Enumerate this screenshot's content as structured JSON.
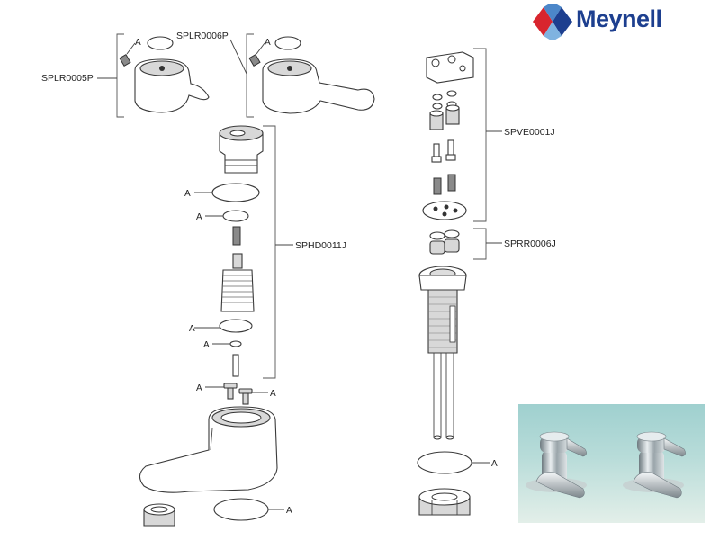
{
  "brand": {
    "name": "Meynell",
    "colors": {
      "text": "#1d3f8f",
      "mark_red": "#d8252e",
      "mark_blue": "#1d3f8f",
      "mark_light": "#4c87c9"
    }
  },
  "part_labels": {
    "splr0005p": "SPLR0005P",
    "splr0006p": "SPLR0006P",
    "sphd0011j": "SPHD0011J",
    "spve0001j": "SPVE0001J",
    "sprr0006j": "SPRR0006J"
  },
  "callout_marker": "A",
  "photo": {
    "subject": "product-photo-two-lever-taps"
  }
}
